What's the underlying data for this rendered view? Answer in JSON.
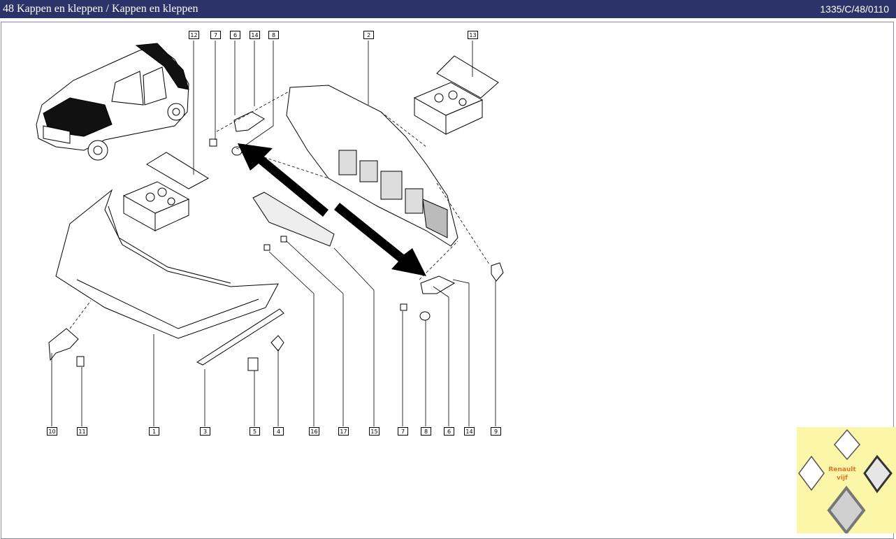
{
  "header": {
    "title": "48 Kappen en kleppen / Kappen en kleppen",
    "code": "1335/C/48/0110"
  },
  "callouts": {
    "c12": "12",
    "c7a": "7",
    "c6a": "6",
    "c14a": "14",
    "c8a": "8",
    "c2": "2",
    "c13": "13",
    "c10": "10",
    "c11": "11",
    "c1": "1",
    "c3": "3",
    "c5": "5",
    "c4": "4",
    "c16": "16",
    "c17": "17",
    "c15": "15",
    "c7b": "7",
    "c8b": "8",
    "c6b": "6",
    "c14b": "14",
    "c9": "9"
  },
  "logo": {
    "brand": "Renault",
    "subtitle": "vijf",
    "emblem_text": "RENAULT",
    "bg_color": "#fbf6a8",
    "text_color": "#e0762a"
  },
  "colors": {
    "titlebar": "#2b3368",
    "arrow": "#000000"
  }
}
